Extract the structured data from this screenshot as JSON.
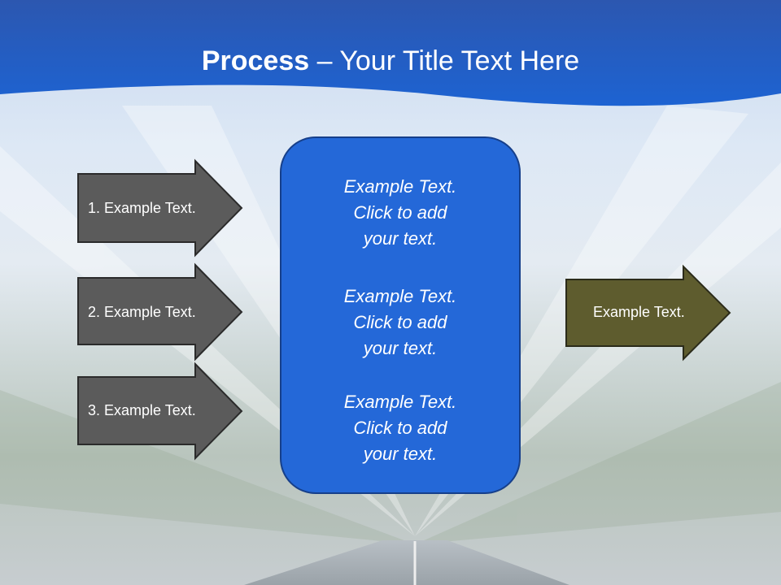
{
  "slide": {
    "title_bold": "Process",
    "title_rest": " – Your Title Text Here",
    "left_arrows": [
      {
        "label": "1. Example Text."
      },
      {
        "label": "2. Example Text."
      },
      {
        "label": "3. Example Text."
      }
    ],
    "center_box": {
      "blocks": [
        {
          "lines": [
            "Example Text.",
            "Click  to add",
            "your text."
          ]
        },
        {
          "lines": [
            "Example Text.",
            "Click  to add",
            "your text."
          ]
        },
        {
          "lines": [
            "Example Text.",
            "Click  to add",
            "your text."
          ]
        }
      ]
    },
    "right_arrow": {
      "label": "Example Text."
    },
    "colors": {
      "header_blue": "#1f5fc8",
      "arrow_gray": "#5b5b5b",
      "arrow_olive": "#5e5c2e",
      "panel_blue": "#2468d8"
    }
  }
}
